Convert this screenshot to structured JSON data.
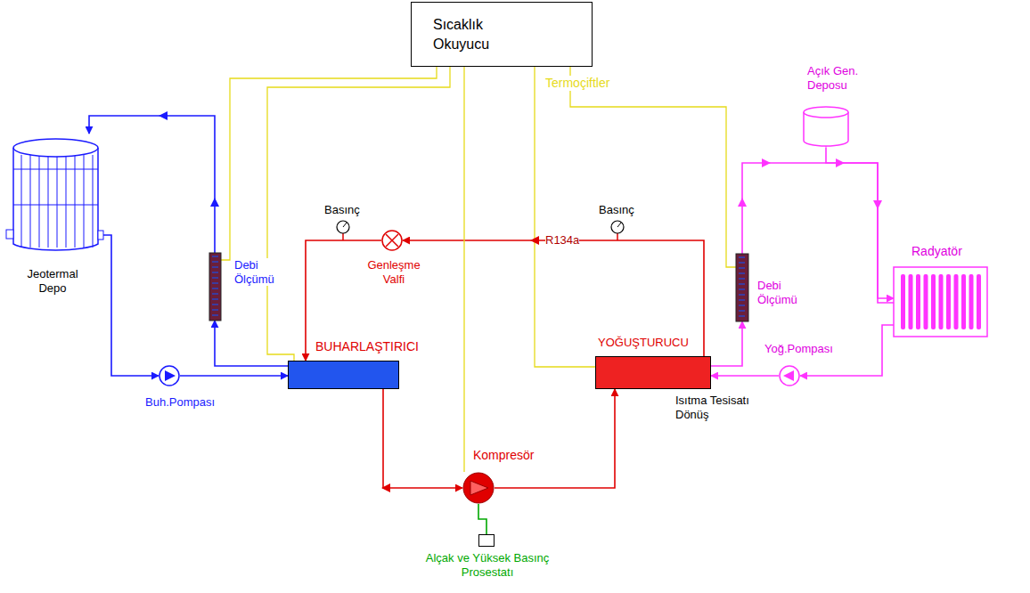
{
  "diagram": {
    "nodes": [
      {
        "text": [
          "Sıcaklık Okuyucu"
        ]
      },
      {
        "text": [
          "Jeotermal Depo"
        ]
      },
      {
        "text": [
          "Debi Ölçümü"
        ]
      },
      {
        "text": [
          "Buh.Pompası"
        ]
      },
      {
        "text": [
          "BUHARLAŞTIRICI"
        ]
      },
      {
        "text": [
          "Genleşme Valfi"
        ]
      },
      {
        "text": [
          "Kompresör"
        ]
      },
      {
        "text": [
          "Alçak ve Yüksek Basınç Prosestatı"
        ]
      },
      {
        "text": [
          "YOĞUŞTURUCU"
        ]
      },
      {
        "text": [
          "Debi Ölçümü"
        ]
      },
      {
        "text": [
          "Açık Gen. Deposu"
        ]
      },
      {
        "text": [
          "Radyatör"
        ]
      },
      {
        "text": [
          "Yoğ.Pompası"
        ]
      }
    ],
    "edges": [
      {
        "from": 1,
        "to": 3,
        "arrow": "to"
      },
      {
        "from": 3,
        "to": 4,
        "arrow": "to"
      },
      {
        "from": 4,
        "to": 2,
        "arrow": "to"
      },
      {
        "from": 2,
        "to": 1,
        "arrow": "to"
      },
      {
        "from": 4,
        "to": 6,
        "arrow": "to"
      },
      {
        "from": 6,
        "to": 8,
        "arrow": "to"
      },
      {
        "from": 8,
        "to": 5,
        "arrow": "to"
      },
      {
        "from": 5,
        "to": 4,
        "arrow": "to"
      },
      {
        "from": 6,
        "to": 7,
        "arrow": "none"
      },
      {
        "from": 8,
        "to": 9,
        "arrow": "to"
      },
      {
        "from": 9,
        "to": 11,
        "arrow": "to"
      },
      {
        "from": 10,
        "to": 11,
        "arrow": "none"
      },
      {
        "from": 11,
        "to": 12,
        "arrow": "to"
      },
      {
        "from": 12,
        "to": 8,
        "arrow": "to"
      },
      {
        "from": 0,
        "to": 2,
        "arrow": "none"
      },
      {
        "from": 0,
        "to": 4,
        "arrow": "none"
      },
      {
        "from": 0,
        "to": 6,
        "arrow": "none"
      },
      {
        "from": 0,
        "to": 8,
        "arrow": "none"
      },
      {
        "from": 0,
        "to": 9,
        "arrow": "none"
      }
    ],
    "labels": [
      "Termoçiftler",
      "Basınç",
      "Basınç",
      "R134a",
      "Isıtma Tesisatı Dönüş"
    ]
  }
}
